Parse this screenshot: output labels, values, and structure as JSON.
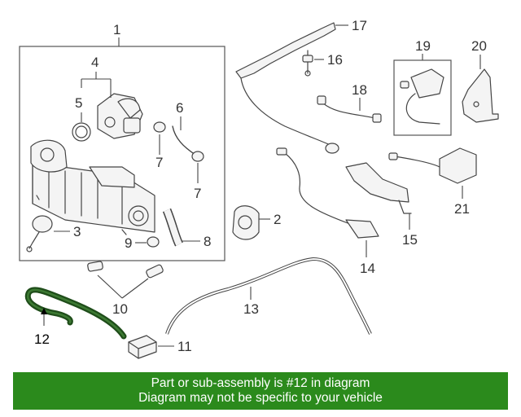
{
  "callouts": {
    "c1": "1",
    "c2": "2",
    "c3": "3",
    "c4": "4",
    "c5": "5",
    "c6": "6",
    "c7a": "7",
    "c7b": "7",
    "c8": "8",
    "c9": "9",
    "c10": "10",
    "c11": "11",
    "c12": "12",
    "c13": "13",
    "c14": "14",
    "c15": "15",
    "c16": "16",
    "c17": "17",
    "c18": "18",
    "c19": "19",
    "c20": "20",
    "c21": "21"
  },
  "highlight_color": "#1f4d1a",
  "banner": {
    "color": "#2b8a1c",
    "line1": "Part or sub-assembly is #12 in diagram",
    "line2": "Diagram may not be specific to your vehicle"
  }
}
